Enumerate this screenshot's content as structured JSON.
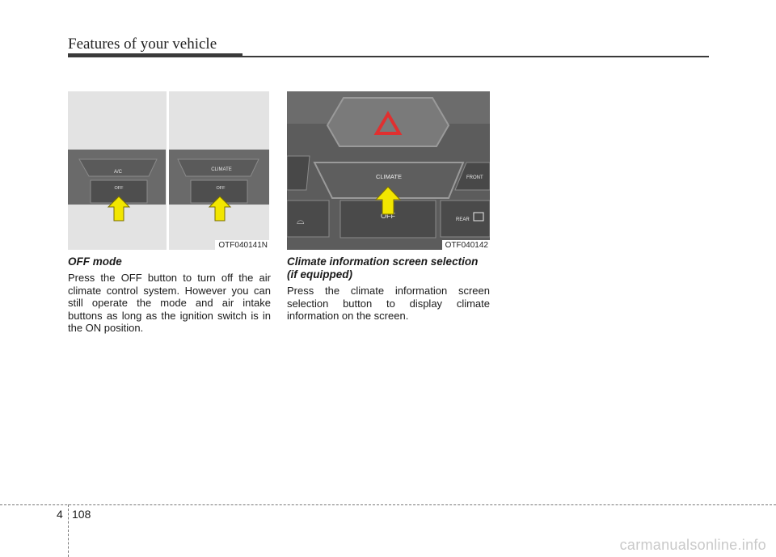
{
  "header": {
    "title": "Features of your vehicle"
  },
  "left_image": {
    "code": "OTF040141N",
    "left_panel": {
      "top_button": "A/C",
      "off_button": "OFF"
    },
    "right_panel": {
      "top_button": "CLIMATE",
      "off_button": "OFF"
    },
    "arrow_color": "#f2e600"
  },
  "right_image": {
    "code": "OTF040142",
    "climate_button": "CLIMATE",
    "off_button": "OFF",
    "front_label": "FRONT",
    "rear_label": "REAR",
    "arrow_color": "#f2e600"
  },
  "off_mode": {
    "heading": "OFF mode",
    "body": "Press the OFF button to turn off the air climate control system. However you can still operate the mode and air intake buttons as long as the ignition switch is in the ON position."
  },
  "climate_info": {
    "heading": "Climate information screen selection (if equipped)",
    "body": "Press the climate information screen selection button to display climate information on the screen."
  },
  "footer": {
    "chapter": "4",
    "page": "108"
  },
  "watermark": "carmanualsonline.info"
}
